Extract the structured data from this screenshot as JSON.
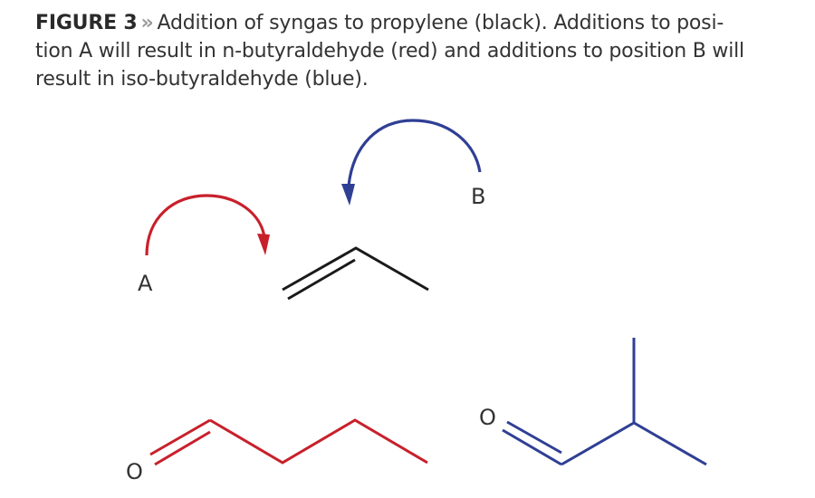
{
  "caption": {
    "figure_label": "FIGURE 3",
    "separator": "»",
    "line1": "Addition of syngas to propylene (black). Additions to posi-",
    "line2": "tion A will result in n-butyraldehyde (red) and additions to position B will",
    "line3": "result in iso-butyraldehyde (blue)."
  },
  "diagram": {
    "labels": {
      "position_a": "A",
      "position_b": "B",
      "oxygen_n_butyraldehyde": "O",
      "oxygen_iso_butyraldehyde": "O"
    },
    "molecules": [
      {
        "name": "propylene",
        "color": "#1a1a1a"
      },
      {
        "name": "n-butyraldehyde",
        "color": "#c8202b"
      },
      {
        "name": "iso-butyraldehyde",
        "color": "#2f3f94"
      }
    ],
    "arrows": [
      {
        "name": "addition-A",
        "color": "#c8202b"
      },
      {
        "name": "addition-B",
        "color": "#2f3f94"
      }
    ],
    "colors": {
      "black": "#1a1a1a",
      "red": "#c8202b",
      "blue": "#2f3f94"
    }
  }
}
